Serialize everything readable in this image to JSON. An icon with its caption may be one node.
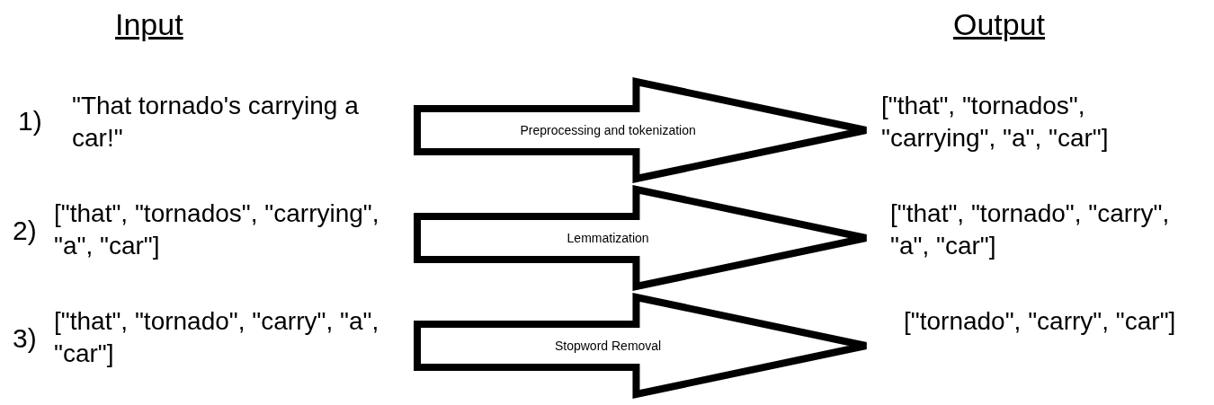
{
  "diagram": {
    "nodes": [
      {
        "text": [
          "\"That tornado's carrying a car!\""
        ]
      },
      {
        "text": [
          "[\"that\", \"tornados\", \"carrying\", \"a\", \"car\"]"
        ]
      },
      {
        "text": [
          "[\"that\", \"tornados\", \"carrying\", \"a\", \"car\"]"
        ]
      },
      {
        "text": [
          "[\"that\", \"tornado\", \"carry\", \"a\", \"car\"]"
        ]
      },
      {
        "text": [
          "[\"that\", \"tornado\", \"carry\", \"a\", \"car\"]"
        ]
      },
      {
        "text": [
          "[\"tornado\", \"carry\", \"car\"]"
        ]
      }
    ],
    "edges": [
      {
        "from": 0,
        "to": 1,
        "arrow": "to",
        "label": "Preprocessing and tokenization"
      },
      {
        "from": 2,
        "to": 3,
        "arrow": "to",
        "label": "Lemmatization"
      },
      {
        "from": 4,
        "to": 5,
        "arrow": "to",
        "label": "Stopword Removal"
      }
    ],
    "labels": [
      "Input",
      "Output",
      "1)",
      "2)",
      "3)"
    ]
  }
}
